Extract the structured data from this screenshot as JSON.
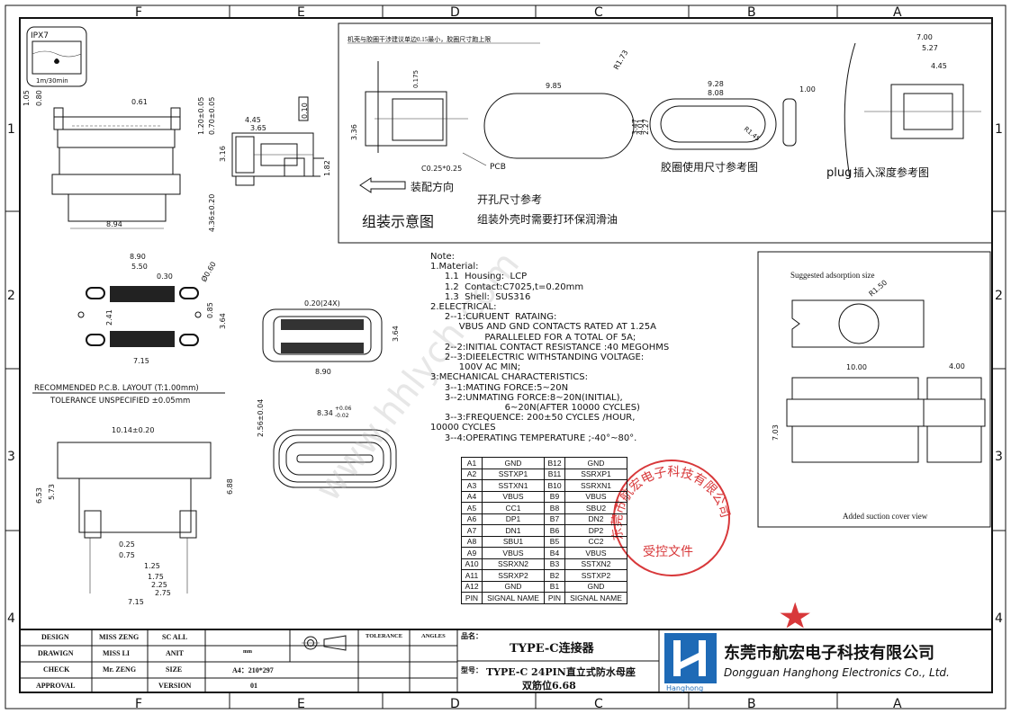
{
  "frame": {
    "columns_top": [
      "F",
      "E",
      "D",
      "C",
      "B",
      "A"
    ],
    "columns_bottom": [
      "F",
      "E",
      "D",
      "C",
      "B",
      "A"
    ],
    "rows_left": [
      "1",
      "2",
      "3",
      "4"
    ],
    "rows_right": [
      "1",
      "2",
      "3",
      "4"
    ]
  },
  "ipx": {
    "rating": "IPX7",
    "depth": "1m/30min"
  },
  "assembly": {
    "shell_note": "机壳与胶圈干涉建议单边0.15最小，胶圈尺寸跑上限",
    "title": "组装示意图",
    "direction": "装配方向",
    "hole_ref": "开孔尺寸参考",
    "lube_note": "组装外壳时需要打环保润滑油",
    "pcb": "PCB",
    "chamfer": "C0.25*0.25",
    "dims": {
      "d175": "0.175",
      "d336": "3.36",
      "d985": "9.85",
      "r173": "R1.73",
      "d401": "4.01"
    },
    "gasket": {
      "caption": "胶圈使用尺寸参考图",
      "d928": "9.28",
      "d808": "8.08",
      "d347": "3.47",
      "d227": "2.27",
      "r14": "R1.45",
      "d100": "1.00"
    },
    "plug": {
      "caption_en": "plug",
      "caption_cn": "插入深度参考图",
      "d700": "7.00",
      "d527": "5.27",
      "d445": "4.45"
    }
  },
  "front_view": {
    "d105": "1.05",
    "d080": "0.80",
    "d061": "0.61",
    "d894": "8.94"
  },
  "side_view": {
    "d120": "1.20±0.05",
    "d070": "0.70±0.05",
    "d445": "4.45",
    "d365": "3.65",
    "d316": "3.16",
    "d436": "4.36±0.20",
    "d182": "1.82",
    "d010": "0.10"
  },
  "pcb_layout": {
    "d890": "8.90",
    "d550": "5.50",
    "d030": "0.30",
    "d060": "Ø0.60",
    "d241": "2.41",
    "d085": "0.85",
    "d364": "3.64",
    "d715": "7.15",
    "title": "RECOMMENDED   P.C.B.  LAYOUT  (T:1.00mm)",
    "tolerance": "TOLERANCE  UNSPECIFIED  ±0.05mm"
  },
  "top_pads": {
    "d020": "0.20(24X)",
    "d364": "3.64",
    "d890": "8.90"
  },
  "mating_face": {
    "d256": "2.56±0.04",
    "d834": "8.34",
    "tol_plus": "+0.06",
    "tol_minus": "-0.02"
  },
  "bottom_view": {
    "d1014": "10.14±0.20",
    "d653": "6.53",
    "d573": "5.73",
    "d688": "6.88",
    "d025": "0.25",
    "d075": "0.75",
    "d125": "1.25",
    "d175": "1.75",
    "d225": "2.25",
    "d275": "2.75",
    "d715": "7.15"
  },
  "notes": "Note:\n1.Material:\n     1.1  Housing:  LCP\n     1.2  Contact:C7025,t=0.20mm\n     1.3  Shell:  SUS316\n2.ELECTRICAL:\n     2--1:CURUENT  RATAING:\n          VBUS AND GND CONTACTS RATED AT 1.25A\n                   PARALLELED FOR A TOTAL OF 5A;\n     2--2:INITIAL CONTACT RESISTANCE :40 MEGOHMS\n     2--3:DIEELECTRIC WITHSTANDING VOLTAGE:\n          100V AC MIN;\n3:MECHANICAL CHARACTERISTICS:\n     3--1:MATING FORCE:5~20N\n     3--2:UNMATING FORCE:8~20N(INITIAL),\n                          6~20N(AFTER 10000 CYCLES)\n     3--3:FREQUENCE: 200±50 CYCLES /HOUR,\n10000 CYCLES\n     3--4:OPERATING TEMPERATURE ;-40°~80°.",
  "pins": [
    [
      "A1",
      "GND",
      "B12",
      "GND"
    ],
    [
      "A2",
      "SSTXP1",
      "B11",
      "SSRXP1"
    ],
    [
      "A3",
      "SSTXN1",
      "B10",
      "SSRXN1"
    ],
    [
      "A4",
      "VBUS",
      "B9",
      "VBUS"
    ],
    [
      "A5",
      "CC1",
      "B8",
      "SBU2"
    ],
    [
      "A6",
      "DP1",
      "B7",
      "DN2"
    ],
    [
      "A7",
      "DN1",
      "B6",
      "DP2"
    ],
    [
      "A8",
      "SBU1",
      "B5",
      "CC2"
    ],
    [
      "A9",
      "VBUS",
      "B4",
      "VBUS"
    ],
    [
      "A10",
      "SSRXN2",
      "B3",
      "SSTXN2"
    ],
    [
      "A11",
      "SSRXP2",
      "B2",
      "SSTXP2"
    ],
    [
      "A12",
      "GND",
      "B1",
      "GND"
    ],
    [
      "PIN",
      "SIGNAL NAME",
      "PIN",
      "SIGNAL NAME"
    ]
  ],
  "stamp": {
    "ring": "东莞市航宏电子科技有限公司",
    "center": "受控文件"
  },
  "watermark": "www.hhlych.com",
  "suction": {
    "top_label": "Suggested adsorption size",
    "r150": "R1.50",
    "d1000": "10.00",
    "d400": "4.00",
    "d703": "7.03",
    "bottom_label": "Added suction cover view"
  },
  "title_block": {
    "design": "DESIGN",
    "design_name": "MISS ZENG",
    "sc": "SC ALL",
    "drawign": "DRAWIGN",
    "drawign_name": "MISS LI",
    "anit": "ANIT",
    "unit": "mm",
    "check": "CHECK",
    "check_name": "Mr. ZENG",
    "size": "SIZE",
    "size_val": "A4：210*297",
    "approval": "APPROVAL",
    "version": "VERSION",
    "version_val": "01",
    "tolerance": "TOLERANCE",
    "angles": "ANGLES",
    "pname_label": "品名：",
    "pname": "TYPE-C连接器",
    "model_label": "型号：",
    "model": "TYPE-C 24PIN直立式防水母座",
    "model2": "双筋位6.68",
    "company_cn": "东莞市航宏电子科技有限公司",
    "company_en": "Dongguan Hanghong Electronics Co., Ltd.",
    "logo_text": "Hanghong"
  }
}
